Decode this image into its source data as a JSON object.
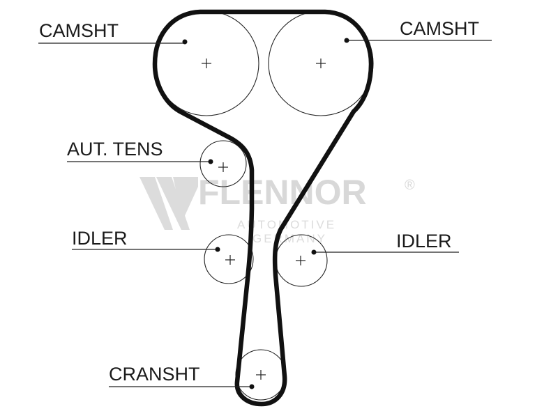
{
  "labels": {
    "camshaft_left": "CAMSHT",
    "camshaft_right": "CAMSHT",
    "auto_tensioner": "AUT. TENS",
    "idler_left": "IDLER",
    "idler_right": "IDLER",
    "crankshaft": "CRANSHT"
  },
  "watermark": {
    "brand": "FLENNOR",
    "registered": "®",
    "line1": "AUTOMOTIVE",
    "line2": "GERMANY",
    "color": "#d8d8d8"
  },
  "colors": {
    "belt": "#111111",
    "lines": "#222222",
    "background": "#ffffff"
  }
}
